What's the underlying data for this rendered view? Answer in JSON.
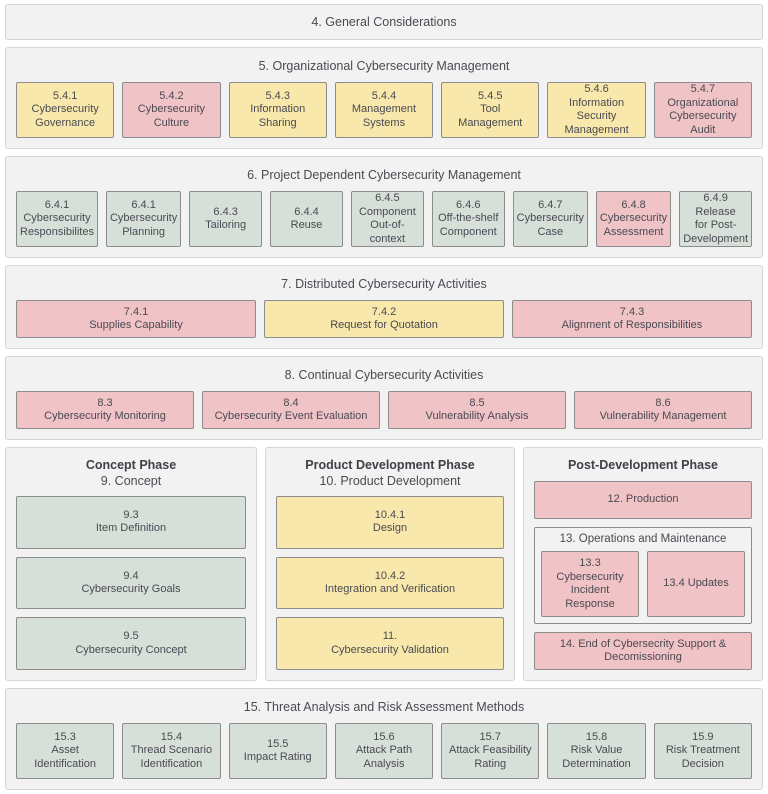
{
  "colors": {
    "yellow": "#f8e8ab",
    "pink": "#f0c3c6",
    "green": "#d7dfd9",
    "container_bg": "#f2f2f2",
    "container_border": "#d6d6d6",
    "box_border": "#8c8c8c",
    "text": "#4a4a52",
    "page_bg": "#ffffff"
  },
  "sections": {
    "general": {
      "title": "4. General Considerations"
    },
    "organizational": {
      "title": "5. Organizational Cybersecurity Management",
      "boxes": [
        {
          "num": "5.4.1",
          "label": "Cybersecurity\nGovernance",
          "color": "yellow"
        },
        {
          "num": "5.4.2",
          "label": "Cybersecurity\nCulture",
          "color": "pink"
        },
        {
          "num": "5.4.3",
          "label": "Information\nSharing",
          "color": "yellow"
        },
        {
          "num": "5.4.4",
          "label": "Management\nSystems",
          "color": "yellow"
        },
        {
          "num": "5.4.5",
          "label": "Tool\nManagement",
          "color": "yellow"
        },
        {
          "num": "5.4.6",
          "label": "Information\nSecurity\nManagement",
          "color": "yellow"
        },
        {
          "num": "5.4.7",
          "label": "Organizational\nCybersecurity\nAudit",
          "color": "pink"
        }
      ]
    },
    "project_dependent": {
      "title": "6. Project Dependent Cybersecurity Management",
      "boxes": [
        {
          "num": "6.4.1",
          "label": "Cybersecurity\nResponsibilites",
          "color": "green"
        },
        {
          "num": "6.4.1",
          "label": "Cybersecurity\nPlanning",
          "color": "green"
        },
        {
          "num": "6.4.3",
          "label": "Tailoring",
          "color": "green"
        },
        {
          "num": "6.4.4",
          "label": "Reuse",
          "color": "green"
        },
        {
          "num": "6.4.5",
          "label": "Component\nOut-of-context",
          "color": "green"
        },
        {
          "num": "6.4.6",
          "label": "Off-the-shelf\nComponent",
          "color": "green"
        },
        {
          "num": "6.4.7",
          "label": "Cybersecurity\nCase",
          "color": "green"
        },
        {
          "num": "6.4.8",
          "label": "Cybersecurity\nAssessment",
          "color": "pink"
        },
        {
          "num": "6.4.9",
          "label": "Release\nfor Post-\nDevelopment",
          "color": "green"
        }
      ]
    },
    "distributed": {
      "title": "7. Distributed Cybersecurity Activities",
      "boxes": [
        {
          "num": "7.4.1",
          "label": "Supplies Capability",
          "color": "pink"
        },
        {
          "num": "7.4.2",
          "label": "Request for Quotation",
          "color": "yellow"
        },
        {
          "num": "7.4.3",
          "label": "Alignment of Responsibilities",
          "color": "pink"
        }
      ]
    },
    "continual": {
      "title": "8. Continual Cybersecurity Activities",
      "boxes": [
        {
          "num": "8.3",
          "label": "Cybersecurity Monitoring",
          "color": "pink"
        },
        {
          "num": "8.4",
          "label": "Cybersecurity Event Evaluation",
          "color": "pink"
        },
        {
          "num": "8.5",
          "label": "Vulnerability Analysis",
          "color": "pink"
        },
        {
          "num": "8.6",
          "label": "Vulnerability Management",
          "color": "pink"
        }
      ]
    },
    "threat_analysis": {
      "title": "15. Threat Analysis and Risk Assessment Methods",
      "boxes": [
        {
          "num": "15.3",
          "label": "Asset\nIdentification",
          "color": "green"
        },
        {
          "num": "15.4",
          "label": "Thread Scenario\nIdentification",
          "color": "green"
        },
        {
          "num": "15.5",
          "label": "Impact Rating",
          "color": "green"
        },
        {
          "num": "15.6",
          "label": "Attack Path\nAnalysis",
          "color": "green"
        },
        {
          "num": "15.7",
          "label": "Attack Feasibility\nRating",
          "color": "green"
        },
        {
          "num": "15.8",
          "label": "Risk Value\nDetermination",
          "color": "green"
        },
        {
          "num": "15.9",
          "label": "Risk Treatment\nDecision",
          "color": "green"
        }
      ]
    }
  },
  "phases": {
    "concept": {
      "heading": "Concept Phase",
      "subheading": "9. Concept",
      "boxes": [
        {
          "num": "9.3",
          "label": "Item Definition",
          "color": "green"
        },
        {
          "num": "9.4",
          "label": "Cybersecurity Goals",
          "color": "green"
        },
        {
          "num": "9.5",
          "label": "Cybersecurity Concept",
          "color": "green"
        }
      ]
    },
    "product_development": {
      "heading": "Product Development Phase",
      "subheading": "10. Product Development",
      "boxes": [
        {
          "num": "10.4.1",
          "label": "Design",
          "color": "yellow"
        },
        {
          "num": "10.4.2",
          "label": "Integration and Verification",
          "color": "yellow"
        },
        {
          "num": "11.",
          "label": "Cybersecurity Validation",
          "color": "yellow"
        }
      ]
    },
    "post_development": {
      "heading": "Post-Development Phase",
      "production": {
        "label": "12. Production",
        "color": "pink"
      },
      "operations": {
        "title": "13. Operations and Maintenance",
        "boxes": [
          {
            "label": "13.3 Cybersecurity\nIncident Response",
            "color": "pink"
          },
          {
            "label": "13.4 Updates",
            "color": "pink"
          }
        ]
      },
      "end_of_support": {
        "label": "14. End of Cybersecrity Support &\nDecomissioning",
        "color": "pink"
      }
    }
  }
}
